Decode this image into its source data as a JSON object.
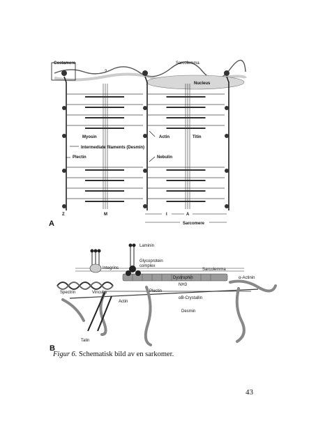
{
  "figure_a": {
    "panel_label": "A",
    "labels": {
      "costamere": "Costamere",
      "sarcolemma": "Sarcolemma",
      "question": "?",
      "nucleus": "Nucleus",
      "myosin": "Myosin",
      "actin": "Actin",
      "titin": "Titin",
      "intermediate_filaments": "Intermediate filaments (Desmin)",
      "plectin": "Plectin",
      "nebulin": "Nebulin",
      "z": "Z",
      "m": "M",
      "i": "I",
      "a": "A",
      "sarcomere": "Sarcomere"
    }
  },
  "figure_b": {
    "panel_label": "B",
    "labels": {
      "laminin": "Laminin",
      "glycoprotein": "Glycoprotein",
      "complex": "complex",
      "integrins": "Integrins",
      "sarcolemma": "Sarcolemma",
      "dystrophin": "Dystrophin",
      "nh3": "NH3",
      "alpha_actinin": "α-Actinin",
      "spectrin": "Spectrin",
      "vinculin": "Vinculin",
      "plectin": "Plectin",
      "ab_crystallin": "αB-Crystallin",
      "actin": "Actin",
      "desmin": "Desmin",
      "talin": "Talin"
    }
  },
  "caption": {
    "label": "Figur 6.",
    "text": " Schematisk bild av en sarkomer."
  },
  "page_number": "43"
}
